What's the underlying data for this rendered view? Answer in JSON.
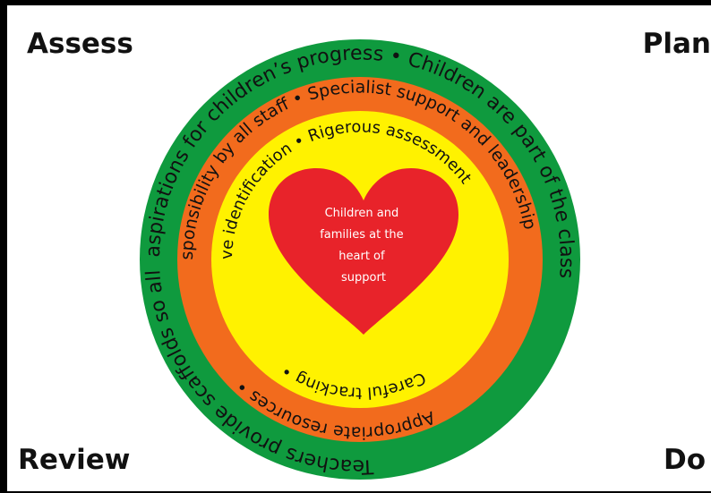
{
  "corners": {
    "top_left": "Assess",
    "top_right": "Plan",
    "bottom_left": "Review",
    "bottom_right": "Do"
  },
  "colors": {
    "green": "#0f9a3e",
    "orange": "#f26b1d",
    "yellow": "#fff200",
    "heart": "#e8232a"
  },
  "rings": {
    "outer_green": {
      "top": "High aspirations for children’s progress • Children are part of the class",
      "bottom": "Teachers provide scaffolds so all learning •"
    },
    "middle_orange": {
      "top": "Shared responsibility by all staff • Specialist support and leadership",
      "bottom": "Appropriate resources •"
    },
    "inner_yellow": {
      "top": "Proactive identification • Rigerous assessment",
      "bottom": "Careful tracking •"
    }
  },
  "heart": {
    "lines": [
      "Children and",
      "families at the",
      "heart of",
      "support"
    ]
  }
}
